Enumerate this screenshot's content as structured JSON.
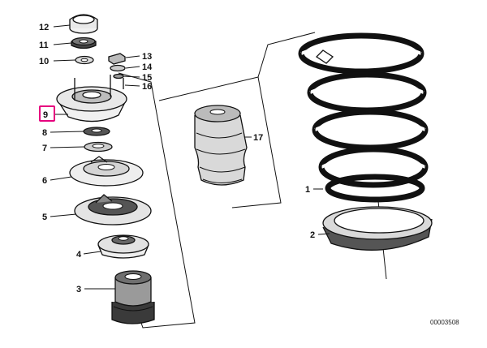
{
  "diagram": {
    "reference_code": "00003508",
    "highlight_color": "#e6007e",
    "selected_callout": "9",
    "callouts": {
      "c1": "1",
      "c2": "2",
      "c3": "3",
      "c4": "4",
      "c5": "5",
      "c6": "6",
      "c7": "7",
      "c8": "8",
      "c9": "9",
      "c10": "10",
      "c11": "11",
      "c12": "12",
      "c13": "13",
      "c14": "14",
      "c15": "15",
      "c16": "16",
      "c17": "17"
    }
  }
}
